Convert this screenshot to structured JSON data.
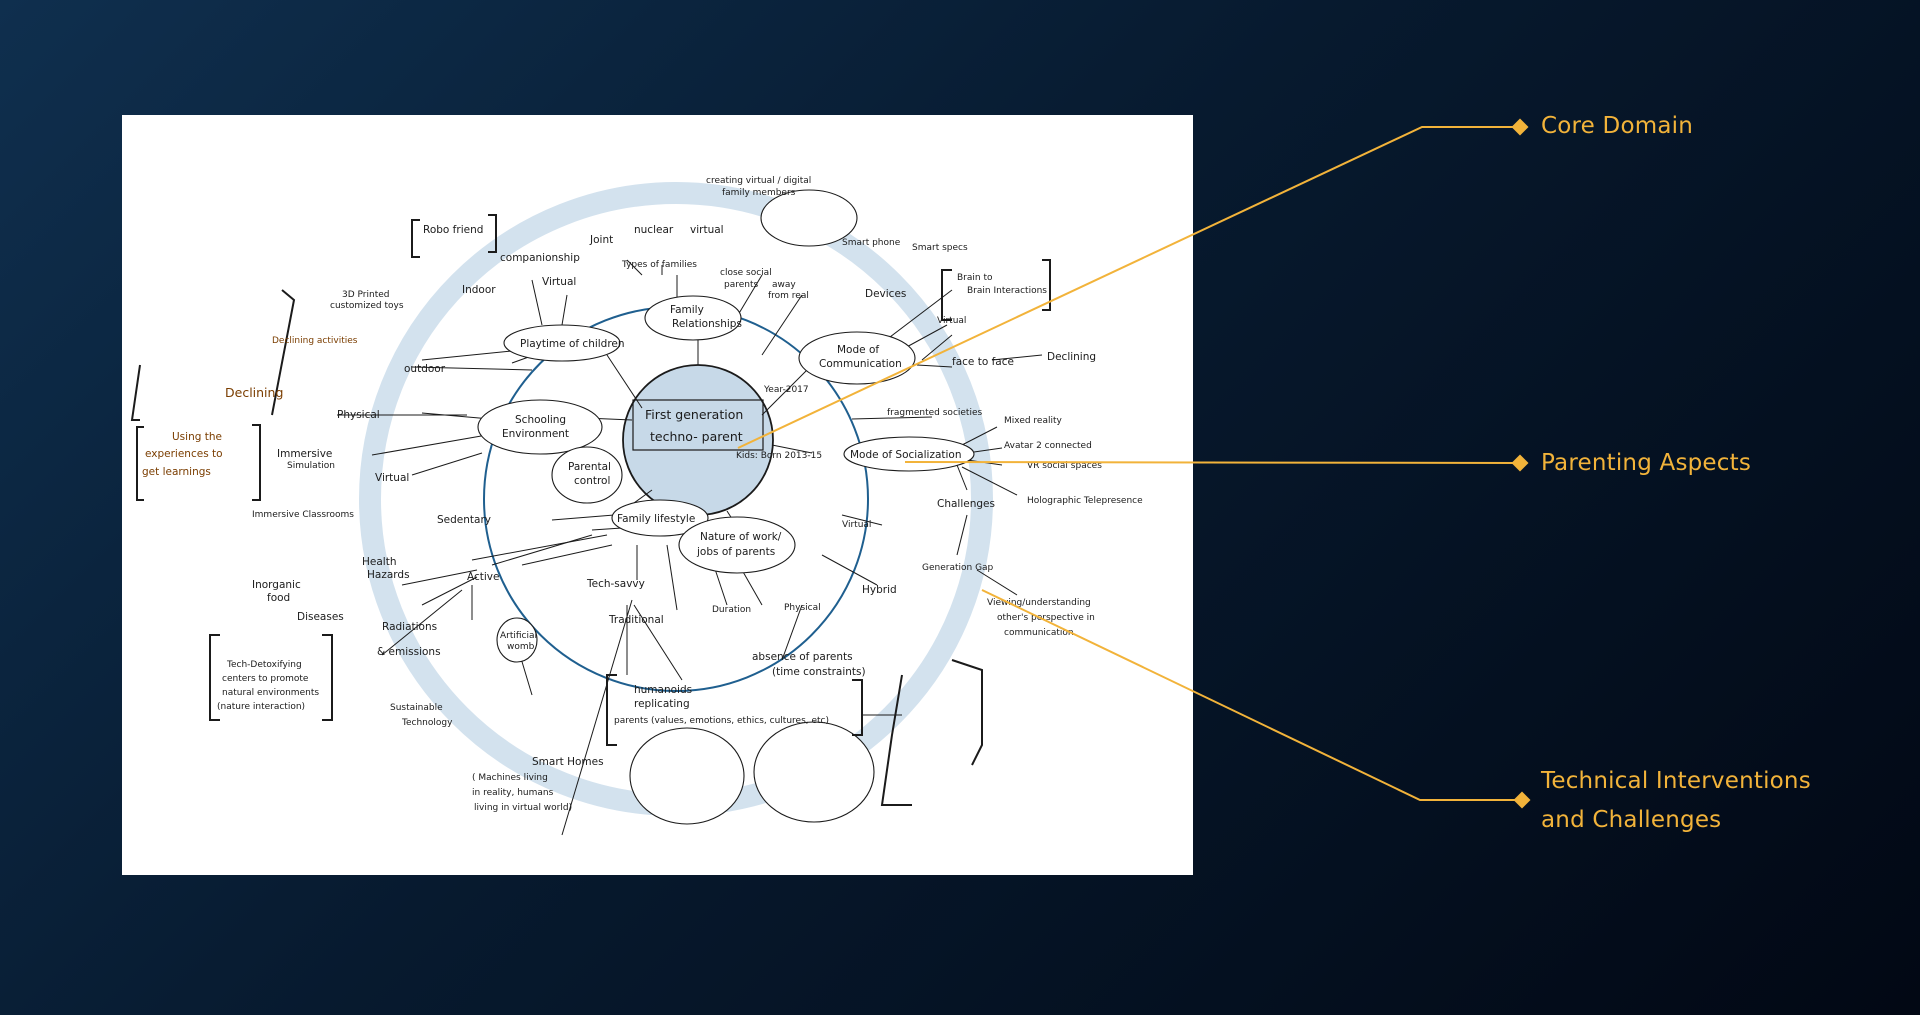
{
  "callouts": {
    "core_domain": "Core Domain",
    "parenting_aspects": "Parenting Aspects",
    "technical": "Technical Interventions\nand Challenges"
  },
  "colors": {
    "accent": "#f2b33a",
    "ring_outer": "#d3e2ee",
    "ring_inner": "#1f5f8f",
    "core_fill": "#c7d9e8"
  },
  "core": {
    "line1": "First generation",
    "line2": "techno- parent"
  },
  "aspects": {
    "playtime": "Playtime of children",
    "family_a": "Family",
    "family_b": "Relationships",
    "communication_a": "Mode of",
    "communication_b": "Communication",
    "schooling_a": "Schooling",
    "schooling_b": "Environment",
    "socialization": "Mode of Socialization",
    "lifestyle": "Family lifestyle",
    "work_a": "Nature of work/",
    "work_b": "jobs of parents",
    "parental_a": "Parental",
    "parental_b": "control"
  },
  "notes": {
    "robo_friend": "Robo friend",
    "companionship": "companionship",
    "joint": "Joint",
    "nuclear": "nuclear",
    "virtual_family": "virtual",
    "creating_a": "creating virtual / digital",
    "creating_b": "family members",
    "types": "Types of families",
    "close": "close social",
    "parents": "parents",
    "away": "away",
    "from_real": "from real",
    "smart_phone": "Smart phone",
    "smart_specs": "Smart specs",
    "devices": "Devices",
    "brain_a": "Brain to",
    "brain_b": "Brain Interactions",
    "virtual_comm": "Virtual",
    "face": "face to face",
    "declining_comm": "Declining",
    "toys_a": "3D Printed",
    "toys_b": "customized toys",
    "indoor": "Indoor",
    "virtual_play": "Virtual",
    "outdoor": "outdoor",
    "declining_play": "Declining",
    "declining_activities": "Declining activities",
    "physical_school": "Physical",
    "immersive_a": "Immersive",
    "immersive_b": "Simulation",
    "virtual_school": "Virtual",
    "using_a": "Using the",
    "using_b": "experiences to",
    "using_c": "get learnings",
    "immersive_classrooms": "Immersive Classrooms",
    "fragmented": "fragmented societies",
    "mixed": "Mixed reality",
    "avatar": "Avatar 2 connected",
    "vr_spaces": "VR social spaces",
    "holographic": "Holographic Telepresence",
    "challenges": "Challenges",
    "generation_gap": "Generation Gap",
    "viewing_a": "Viewing/understanding",
    "viewing_b": "other's perspective in",
    "viewing_c": "communication",
    "sedentary": "Sedentary",
    "active": "Active",
    "health_a": "Health",
    "health_b": "Hazards",
    "inorganic_a": "Inorganic",
    "inorganic_b": "food",
    "diseases": "Diseases",
    "radiations_a": "Radiations",
    "radiations_b": "& emissions",
    "tech_savvy": "Tech-savvy",
    "traditional": "Traditional",
    "virtual_work": "Virtual",
    "hybrid": "Hybrid",
    "duration": "Duration",
    "physical_work": "Physical",
    "absence_a": "absence of parents",
    "absence_b": "(time constraints)",
    "humanoids_a": "humanoids",
    "humanoids_b": "replicating",
    "humanoids_c": "parents (values, emotions, ethics, cultures, etc)",
    "artificial_a": "Artificial",
    "artificial_b": "womb",
    "detox_a": "Tech-Detoxifying",
    "detox_b": "centers to promote",
    "detox_c": "natural environments",
    "detox_d": "(nature interaction)",
    "sustainable_a": "Sustainable",
    "sustainable_b": "Technology",
    "smart_homes_a": "Smart Homes",
    "smart_homes_b": "( Machines living",
    "smart_homes_c": "in reality, humans",
    "smart_homes_d": "living in virtual world)",
    "year": "Year-2017",
    "kids": "Kids: Born 2013-15"
  }
}
